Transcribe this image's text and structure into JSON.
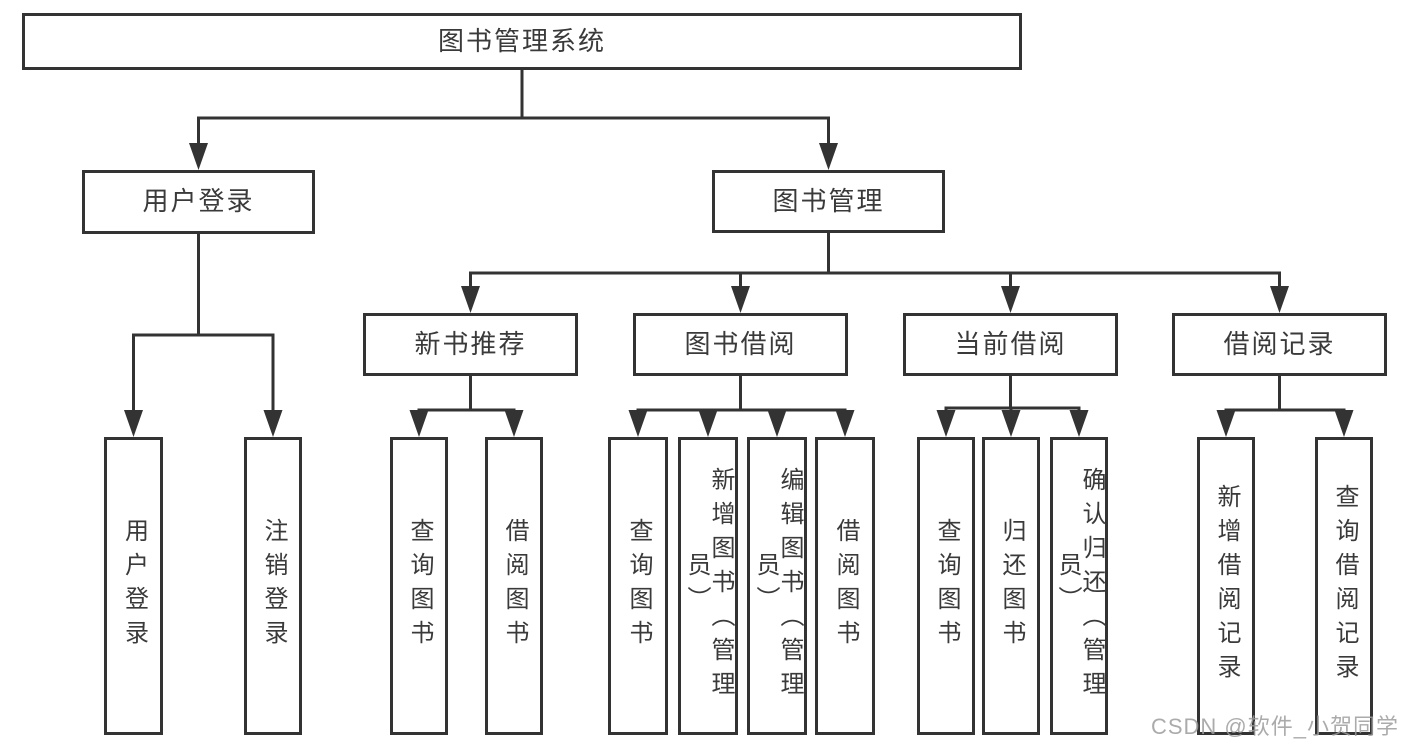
{
  "colors": {
    "line": "#333333",
    "box_border": "#333333",
    "text": "#3a3a3a",
    "background": "#ffffff",
    "watermark_text": "#9d9d9d"
  },
  "watermark": "CSDN @软件_小贺同学",
  "tree": {
    "root": {
      "label": "图书管理系统"
    },
    "level2": [
      {
        "label": "用户登录",
        "leaves": [
          {
            "label": "用户登录"
          },
          {
            "label": "注销登录"
          }
        ]
      },
      {
        "label": "图书管理",
        "groups": [
          {
            "label": "新书推荐",
            "leaves": [
              {
                "label": "查询图书"
              },
              {
                "label": "借阅图书"
              }
            ]
          },
          {
            "label": "图书借阅",
            "leaves": [
              {
                "label": "查询图书"
              },
              {
                "label": "新增图书（管理员）"
              },
              {
                "label": "编辑图书（管理员）"
              },
              {
                "label": "借阅图书"
              }
            ]
          },
          {
            "label": "当前借阅",
            "leaves": [
              {
                "label": "查询图书"
              },
              {
                "label": "归还图书"
              },
              {
                "label": "确认归还（管理员）"
              }
            ]
          },
          {
            "label": "借阅记录",
            "leaves": [
              {
                "label": "新增借阅记录"
              },
              {
                "label": "查询借阅记录"
              }
            ]
          }
        ]
      }
    ]
  }
}
